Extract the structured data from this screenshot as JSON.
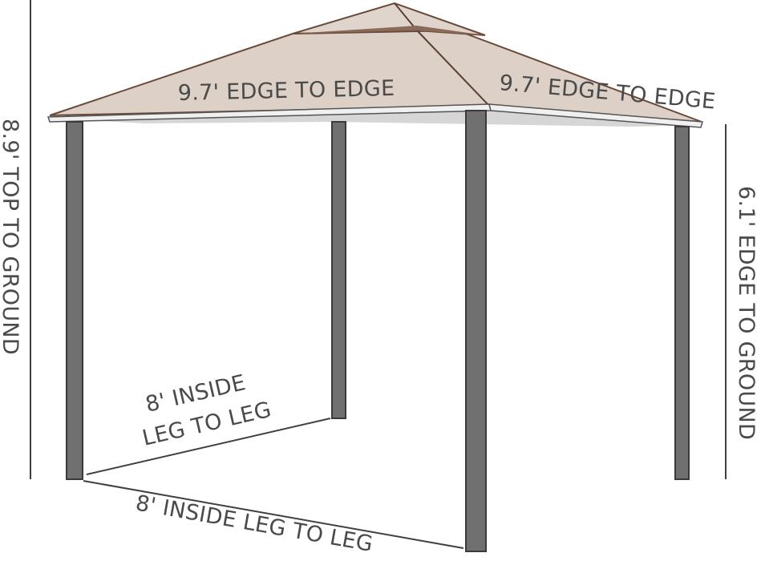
{
  "labels": {
    "top_front_edge": "9.7' EDGE TO EDGE",
    "top_side_edge": "9.7' EDGE TO EDGE",
    "height_total": "8.9' TOP TO GROUND",
    "height_edge": "6.1' EDGE TO GROUND",
    "inside_depth_line1": "8' INSIDE",
    "inside_depth_line2": "LEG TO LEG",
    "inside_width": "8' INSIDE LEG TO LEG"
  },
  "colors": {
    "canopy_fill": "#dcd0c7",
    "canopy_top_fill": "#e0d5cc",
    "canopy_underside": "#d4d4d4",
    "canopy_trim": "#7a5a4a",
    "post_fill": "#707070",
    "post_stroke": "#3a3a3a",
    "dimension_line": "#3f3f3f"
  }
}
